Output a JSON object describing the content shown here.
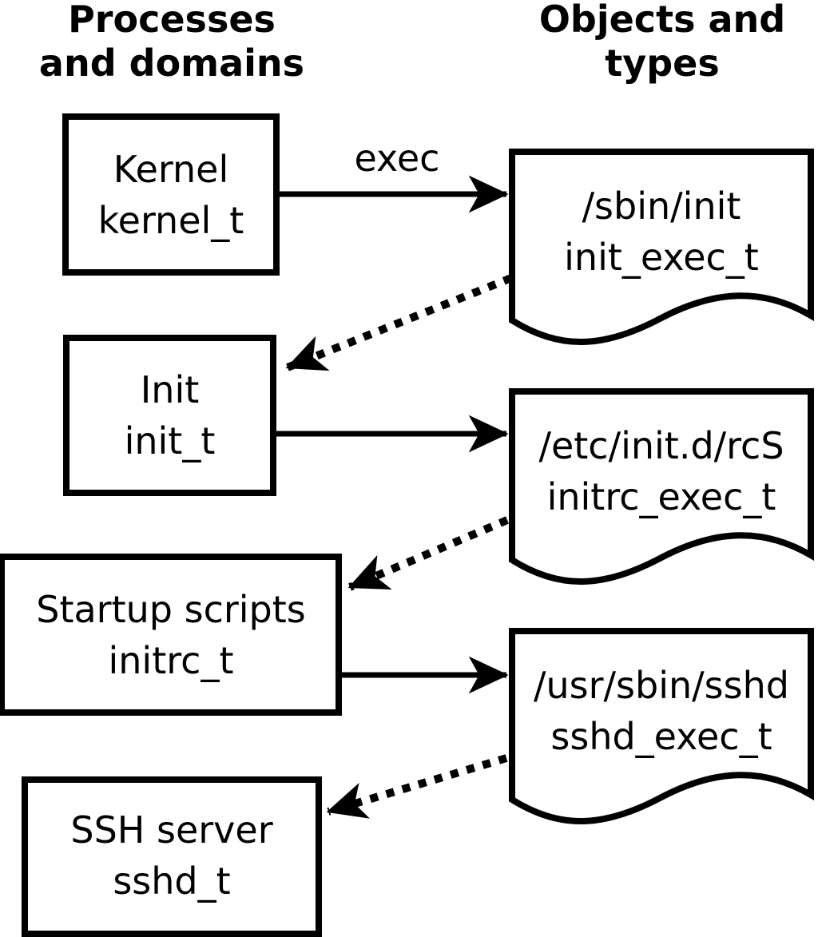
{
  "diagram": {
    "title_semantics": "SELinux domain transition flow",
    "headers": {
      "left": {
        "line1": "Processes",
        "line2": "and domains"
      },
      "right": {
        "line1": "Objects and",
        "line2": "types"
      }
    },
    "processes": [
      {
        "name": "Kernel",
        "domain": "kernel_t"
      },
      {
        "name": "Init",
        "domain": "init_t"
      },
      {
        "name": "Startup scripts",
        "domain": "initrc_t"
      },
      {
        "name": "SSH server",
        "domain": "sshd_t"
      }
    ],
    "objects": [
      {
        "path": "/sbin/init",
        "type": "init_exec_t"
      },
      {
        "path": "/etc/init.d/rcS",
        "type": "initrc_exec_t"
      },
      {
        "path": "/usr/sbin/sshd",
        "type": "sshd_exec_t"
      }
    ],
    "edge_labels": {
      "exec": "exec"
    },
    "colors": {
      "stroke": "#000000",
      "background": "#ffffff"
    }
  }
}
